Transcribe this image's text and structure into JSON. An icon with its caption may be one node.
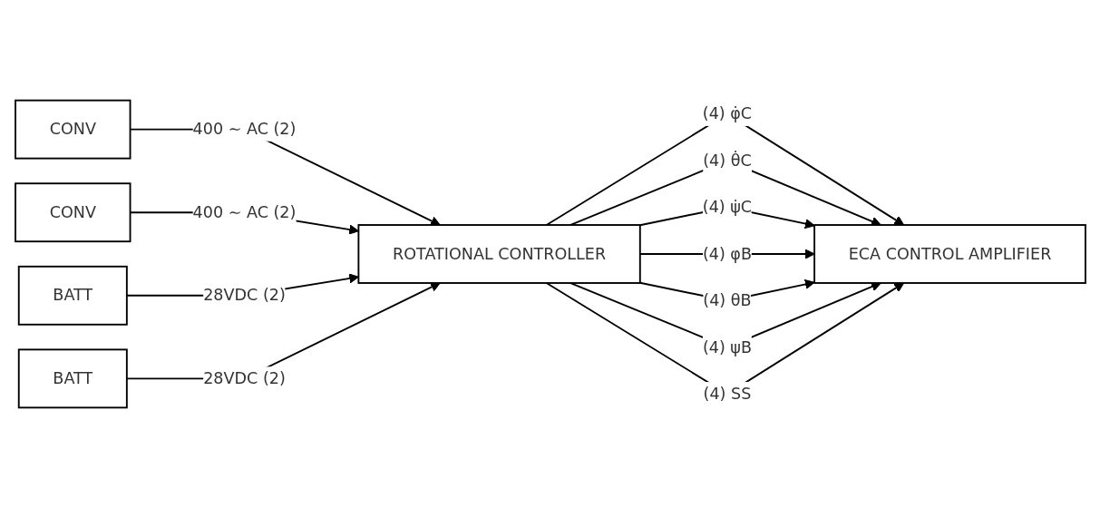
{
  "diagram": {
    "nodes": [
      {
        "text": [
          "CONV"
        ]
      },
      {
        "text": [
          "CONV"
        ]
      },
      {
        "text": [
          "BATT"
        ]
      },
      {
        "text": [
          "BATT"
        ]
      },
      {
        "text": [
          "ROTATIONAL CONTROLLER"
        ]
      },
      {
        "text": [
          "ECA CONTROL AMPLIFIER"
        ]
      }
    ],
    "edges": [
      {
        "from": 0,
        "to": 4,
        "arrow": "to",
        "label": "400 ∼ AC (2)"
      },
      {
        "from": 1,
        "to": 4,
        "arrow": "to",
        "label": "400 ∼ AC (2)"
      },
      {
        "from": 2,
        "to": 4,
        "arrow": "to",
        "label": "28VDC (2)"
      },
      {
        "from": 3,
        "to": 4,
        "arrow": "to",
        "label": "28VDC (2)"
      },
      {
        "from": 4,
        "to": 5,
        "arrow": "to",
        "label": "(4) φ̇C"
      },
      {
        "from": 4,
        "to": 5,
        "arrow": "to",
        "label": "(4) θ̇C"
      },
      {
        "from": 4,
        "to": 5,
        "arrow": "to",
        "label": "(4) ψ̇C"
      },
      {
        "from": 4,
        "to": 5,
        "arrow": "to",
        "label": "(4) φB"
      },
      {
        "from": 4,
        "to": 5,
        "arrow": "to",
        "label": "(4) θB"
      },
      {
        "from": 4,
        "to": 5,
        "arrow": "to",
        "label": "(4) ψB"
      },
      {
        "from": 4,
        "to": 5,
        "arrow": "to",
        "label": "(4) SS"
      }
    ]
  }
}
